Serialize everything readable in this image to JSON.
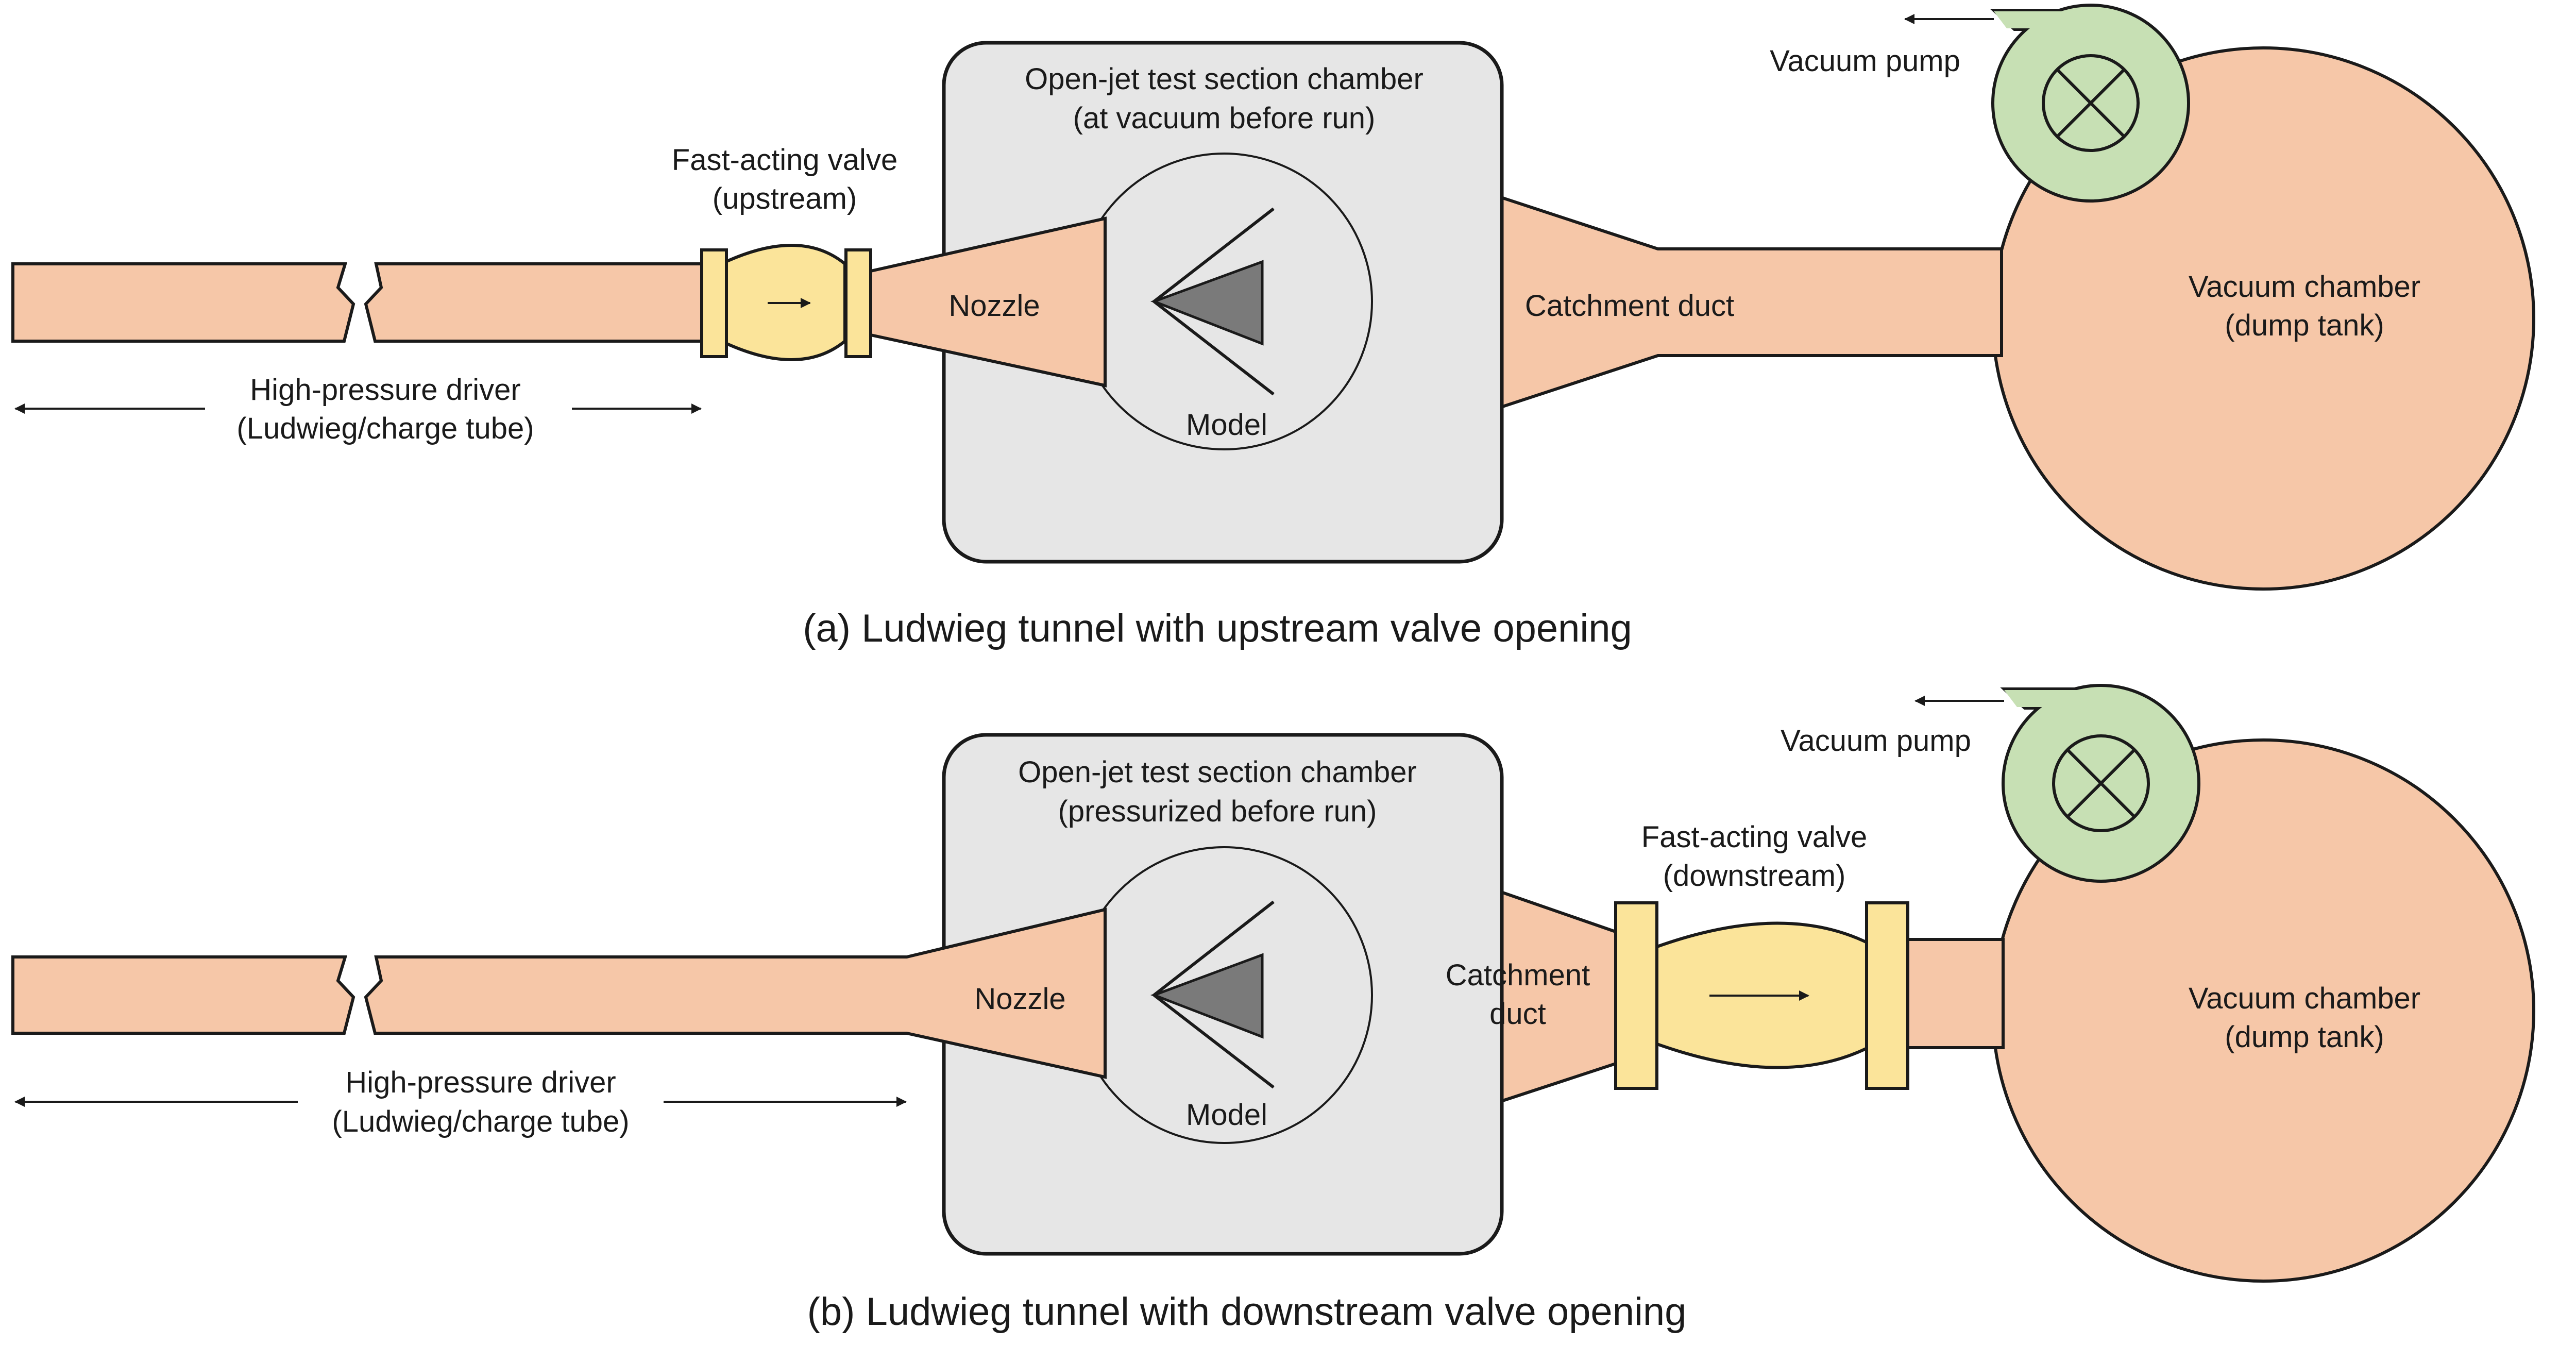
{
  "panel_a": {
    "driver_label_1": "High-pressure driver",
    "driver_label_2": "(Ludwieg/charge tube)",
    "valve_label_1": "Fast-acting valve",
    "valve_label_2": "(upstream)",
    "chamber_label_1": "Open-jet test section chamber",
    "chamber_label_2": "(at vacuum before run)",
    "nozzle_label": "Nozzle",
    "model_label": "Model",
    "catchment_label": "Catchment duct",
    "pump_label": "Vacuum pump",
    "dump_label_1": "Vacuum chamber",
    "dump_label_2": "(dump tank)",
    "caption": "(a) Ludwieg tunnel with upstream valve opening"
  },
  "panel_b": {
    "driver_label_1": "High-pressure driver",
    "driver_label_2": "(Ludwieg/charge tube)",
    "chamber_label_1": "Open-jet test section chamber",
    "chamber_label_2": "(pressurized before run)",
    "nozzle_label": "Nozzle",
    "model_label": "Model",
    "catchment_label_1": "Catchment",
    "catchment_label_2": "duct",
    "valve_label_1": "Fast-acting valve",
    "valve_label_2": "(downstream)",
    "pump_label": "Vacuum pump",
    "dump_label_1": "Vacuum chamber",
    "dump_label_2": "(dump tank)",
    "caption": "(b) Ludwieg tunnel with downstream valve opening"
  },
  "colors": {
    "tube": "#f6c7a8",
    "valve": "#fbe49a",
    "pump": "#c7e0b4",
    "chamber": "#e6e6e6",
    "model": "#7a7a7a"
  }
}
